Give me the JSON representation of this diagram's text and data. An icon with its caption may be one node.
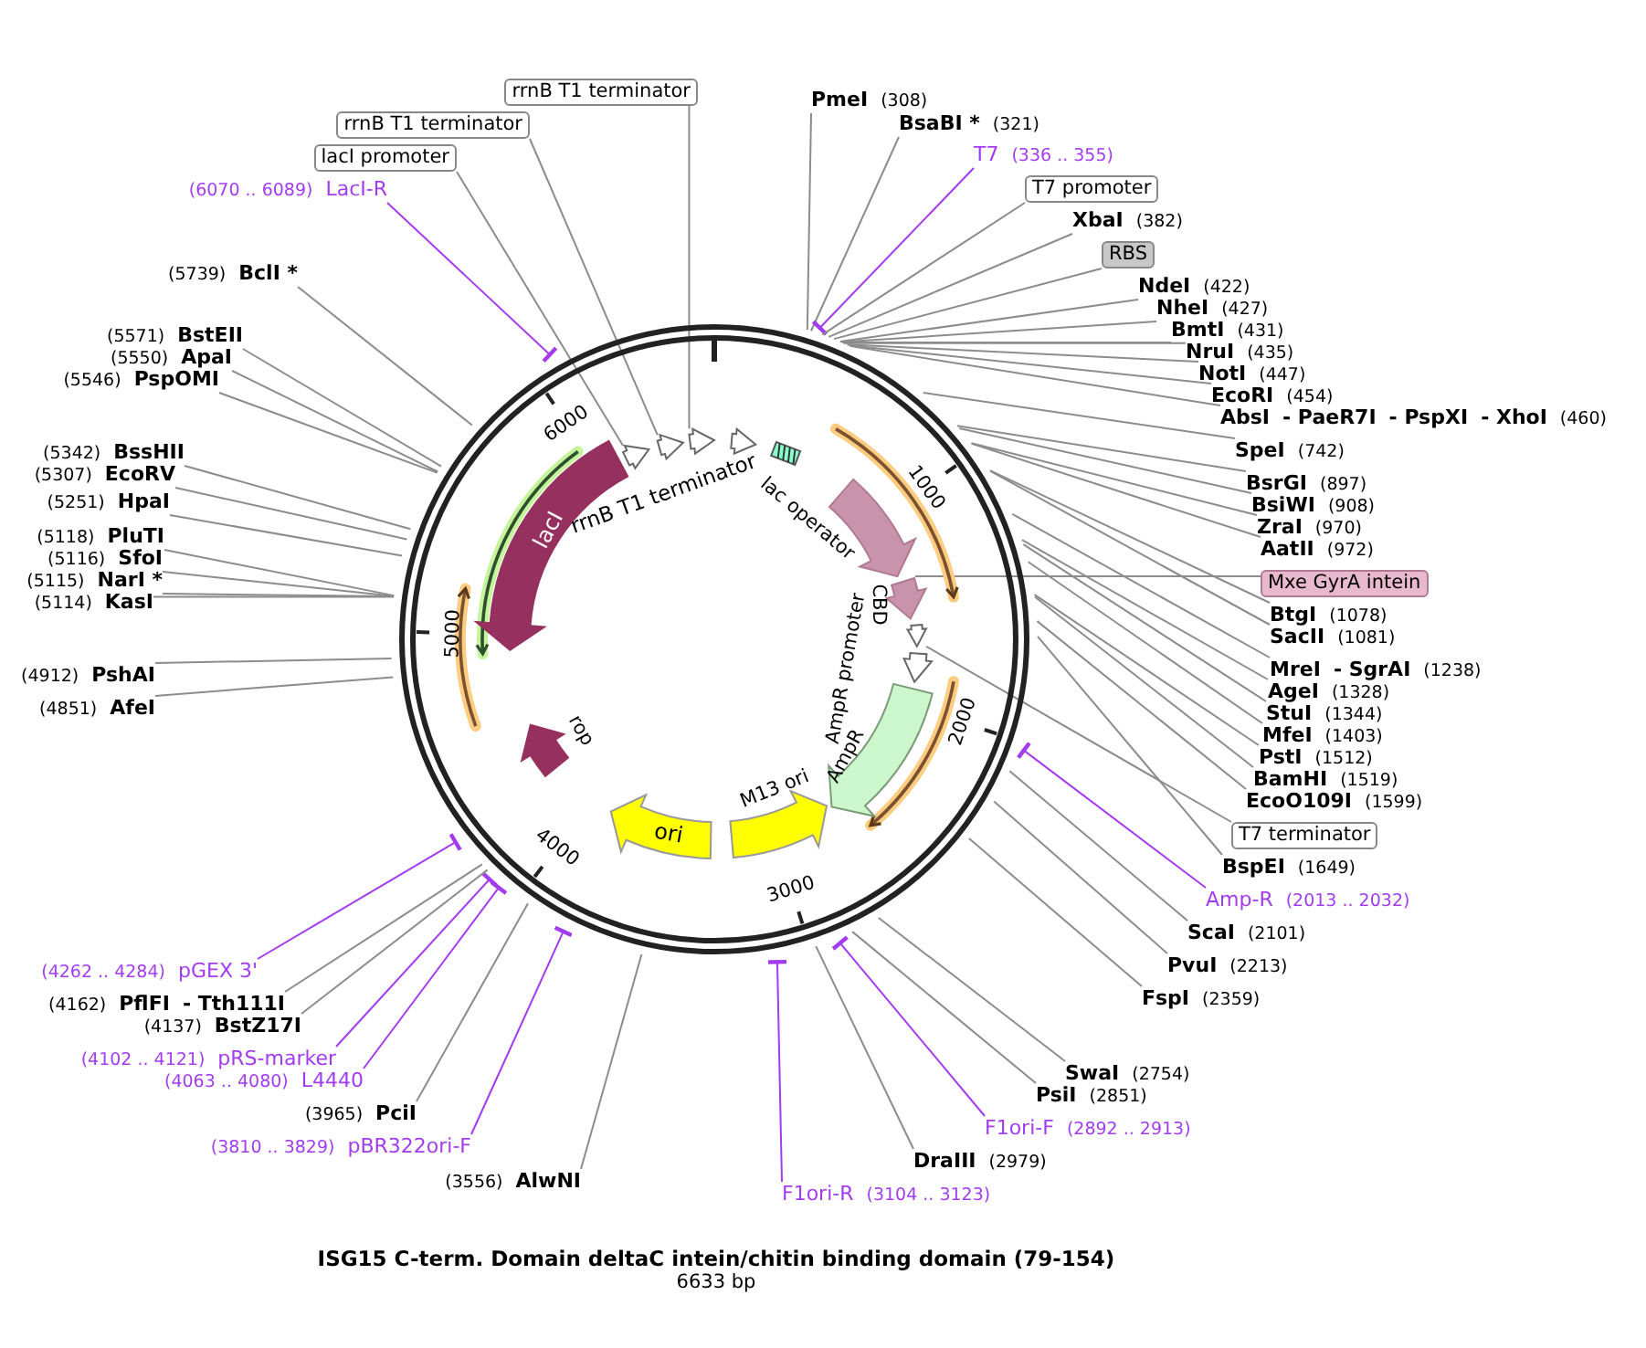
{
  "diagram": {
    "title": "ISG15 C-term. Domain deltaC intein/chitin binding domain (79-154)",
    "caption": "6633 bp",
    "nodes": [
      {
        "text": [
          "PmeI",
          "(308)"
        ]
      },
      {
        "text": [
          "BsaBI *",
          "(321)"
        ]
      },
      {
        "text": [
          "T7",
          "(336 .. 355)"
        ]
      },
      {
        "text": [
          "T7 promoter"
        ]
      },
      {
        "text": [
          "XbaI",
          "(382)"
        ]
      },
      {
        "text": [
          "RBS"
        ]
      },
      {
        "text": [
          "NdeI",
          "(422)"
        ]
      },
      {
        "text": [
          "NheI",
          "(427)"
        ]
      },
      {
        "text": [
          "BmtI",
          "(431)"
        ]
      },
      {
        "text": [
          "NruI",
          "(435)"
        ]
      },
      {
        "text": [
          "NotI",
          "(447)"
        ]
      },
      {
        "text": [
          "EcoRI",
          "(454)"
        ]
      },
      {
        "text": [
          "AbsI",
          "- PaeR7I",
          "- PspXI",
          "- XhoI",
          "(460)"
        ]
      },
      {
        "text": [
          "SpeI",
          "(742)"
        ]
      },
      {
        "text": [
          "BsrGI",
          "(897)"
        ]
      },
      {
        "text": [
          "BsiWI",
          "(908)"
        ]
      },
      {
        "text": [
          "ZraI",
          "(970)"
        ]
      },
      {
        "text": [
          "AatII",
          "(972)"
        ]
      },
      {
        "text": [
          "Mxe GyrA intein"
        ]
      },
      {
        "text": [
          "BtgI",
          "(1078)"
        ]
      },
      {
        "text": [
          "SacII",
          "(1081)"
        ]
      },
      {
        "text": [
          "MreI",
          "- SgrAI",
          "(1238)"
        ]
      },
      {
        "text": [
          "AgeI",
          "(1328)"
        ]
      },
      {
        "text": [
          "StuI",
          "(1344)"
        ]
      },
      {
        "text": [
          "MfeI",
          "(1403)"
        ]
      },
      {
        "text": [
          "PstI",
          "(1512)"
        ]
      },
      {
        "text": [
          "BamHI",
          "(1519)"
        ]
      },
      {
        "text": [
          "EcoO109I",
          "(1599)"
        ]
      },
      {
        "text": [
          "T7 terminator"
        ]
      },
      {
        "text": [
          "BspEI",
          "(1649)"
        ]
      },
      {
        "text": [
          "Amp-R",
          "(2013 .. 2032)"
        ]
      },
      {
        "text": [
          "ScaI",
          "(2101)"
        ]
      },
      {
        "text": [
          "PvuI",
          "(2213)"
        ]
      },
      {
        "text": [
          "FspI",
          "(2359)"
        ]
      },
      {
        "text": [
          "SwaI",
          "(2754)"
        ]
      },
      {
        "text": [
          "PsiI",
          "(2851)"
        ]
      },
      {
        "text": [
          "F1ori-F",
          "(2892 .. 2913)"
        ]
      },
      {
        "text": [
          "DraIII",
          "(2979)"
        ]
      },
      {
        "text": [
          "F1ori-R",
          "(3104 .. 3123)"
        ]
      },
      {
        "text": [
          "(3556)",
          "AlwNI"
        ]
      },
      {
        "text": [
          "(3810 .. 3829)",
          "pBR322ori-F"
        ]
      },
      {
        "text": [
          "(3965)",
          "PciI"
        ]
      },
      {
        "text": [
          "(4063 .. 4080)",
          "L4440"
        ]
      },
      {
        "text": [
          "(4102 .. 4121)",
          "pRS-marker"
        ]
      },
      {
        "text": [
          "(4137)",
          "BstZ17I"
        ]
      },
      {
        "text": [
          "(4162)",
          "PflFI",
          "- Tth111I"
        ]
      },
      {
        "text": [
          "(4262 .. 4284)",
          "pGEX 3'"
        ]
      },
      {
        "text": [
          "(4851)",
          "AfeI"
        ]
      },
      {
        "text": [
          "(4912)",
          "PshAI"
        ]
      },
      {
        "text": [
          "(5114)",
          "KasI"
        ]
      },
      {
        "text": [
          "(5115)",
          "NarI *"
        ]
      },
      {
        "text": [
          "(5116)",
          "SfoI"
        ]
      },
      {
        "text": [
          "(5118)",
          "PluTI"
        ]
      },
      {
        "text": [
          "(5251)",
          "HpaI"
        ]
      },
      {
        "text": [
          "(5307)",
          "EcoRV"
        ]
      },
      {
        "text": [
          "(5342)",
          "BssHII"
        ]
      },
      {
        "text": [
          "(5546)",
          "PspOMI"
        ]
      },
      {
        "text": [
          "(5550)",
          "ApaI"
        ]
      },
      {
        "text": [
          "(5571)",
          "BstEII"
        ]
      },
      {
        "text": [
          "(5739)",
          "BclI *"
        ]
      },
      {
        "text": [
          "(6070 .. 6089)",
          "LacI-R"
        ]
      },
      {
        "text": [
          "lacI promoter"
        ]
      },
      {
        "text": [
          "rrnB T1 terminator"
        ]
      },
      {
        "text": [
          "rrnB T1 terminator"
        ]
      },
      {
        "text": [
          "lacI"
        ]
      },
      {
        "text": [],
        "shape": "arrow"
      },
      {
        "text": [],
        "shape": "arrow"
      },
      {
        "text": [],
        "shape": "arrow"
      },
      {
        "text": [],
        "shape": "arrow"
      },
      {
        "text": [],
        "shape": "box"
      },
      {
        "text": [],
        "shape": "arrow"
      },
      {
        "text": [],
        "shape": "arrow",
        "beside": [
          "CBD"
        ]
      },
      {
        "text": [],
        "shape": "arrow"
      },
      {
        "text": [],
        "shape": "arrow"
      },
      {
        "text": [],
        "shape": "arrow",
        "beside": [
          "AmpR"
        ]
      },
      {
        "text": [],
        "shape": "arrow",
        "beside": [
          "M13 ori"
        ]
      },
      {
        "text": [
          "ori"
        ]
      },
      {
        "text": [],
        "shape": "arrow",
        "beside": [
          "rop"
        ]
      }
    ],
    "edges": [
      {
        "from": 0,
        "to": null,
        "arrow": "none"
      },
      {
        "from": 1,
        "to": null,
        "arrow": "none"
      },
      {
        "from": 2,
        "to": null,
        "arrow": "other",
        "color": "#a33bf0"
      },
      {
        "from": 3,
        "to": null,
        "arrow": "none"
      },
      {
        "from": 4,
        "to": null,
        "arrow": "none"
      },
      {
        "from": 5,
        "to": null,
        "arrow": "none"
      },
      {
        "from": 6,
        "to": null,
        "arrow": "none"
      },
      {
        "from": 7,
        "to": null,
        "arrow": "none"
      },
      {
        "from": 8,
        "to": null,
        "arrow": "none"
      },
      {
        "from": 9,
        "to": null,
        "arrow": "none"
      },
      {
        "from": 10,
        "to": null,
        "arrow": "none"
      },
      {
        "from": 11,
        "to": null,
        "arrow": "none"
      },
      {
        "from": 12,
        "to": null,
        "arrow": "none"
      },
      {
        "from": 13,
        "to": null,
        "arrow": "none"
      },
      {
        "from": 14,
        "to": null,
        "arrow": "none"
      },
      {
        "from": 15,
        "to": null,
        "arrow": "none"
      },
      {
        "from": 16,
        "to": null,
        "arrow": "none"
      },
      {
        "from": 17,
        "to": null,
        "arrow": "none"
      },
      {
        "from": 18,
        "to": 70,
        "arrow": "none"
      },
      {
        "from": 19,
        "to": null,
        "arrow": "none"
      },
      {
        "from": 20,
        "to": null,
        "arrow": "none"
      },
      {
        "from": 21,
        "to": null,
        "arrow": "none"
      },
      {
        "from": 22,
        "to": null,
        "arrow": "none"
      },
      {
        "from": 23,
        "to": null,
        "arrow": "none"
      },
      {
        "from": 24,
        "to": null,
        "arrow": "none"
      },
      {
        "from": 25,
        "to": null,
        "arrow": "none"
      },
      {
        "from": 26,
        "to": null,
        "arrow": "none"
      },
      {
        "from": 27,
        "to": null,
        "arrow": "none"
      },
      {
        "from": 28,
        "to": 72,
        "arrow": "none"
      },
      {
        "from": 29,
        "to": null,
        "arrow": "none"
      },
      {
        "from": 30,
        "to": null,
        "arrow": "other",
        "color": "#a33bf0"
      },
      {
        "from": 31,
        "to": null,
        "arrow": "none"
      },
      {
        "from": 32,
        "to": null,
        "arrow": "none"
      },
      {
        "from": 33,
        "to": null,
        "arrow": "none"
      },
      {
        "from": 34,
        "to": null,
        "arrow": "none"
      },
      {
        "from": 35,
        "to": null,
        "arrow": "none"
      },
      {
        "from": 36,
        "to": null,
        "arrow": "other",
        "color": "#a33bf0"
      },
      {
        "from": 37,
        "to": null,
        "arrow": "none"
      },
      {
        "from": 38,
        "to": null,
        "arrow": "other",
        "color": "#a33bf0"
      },
      {
        "from": 39,
        "to": null,
        "arrow": "none"
      },
      {
        "from": 40,
        "to": null,
        "arrow": "other",
        "color": "#a33bf0"
      },
      {
        "from": 41,
        "to": null,
        "arrow": "none"
      },
      {
        "from": 42,
        "to": null,
        "arrow": "other",
        "color": "#a33bf0"
      },
      {
        "from": 43,
        "to": null,
        "arrow": "other",
        "color": "#a33bf0"
      },
      {
        "from": 44,
        "to": null,
        "arrow": "none"
      },
      {
        "from": 45,
        "to": null,
        "arrow": "none"
      },
      {
        "from": 46,
        "to": null,
        "arrow": "other",
        "color": "#a33bf0"
      },
      {
        "from": 47,
        "to": null,
        "arrow": "none"
      },
      {
        "from": 48,
        "to": null,
        "arrow": "none"
      },
      {
        "from": 49,
        "to": null,
        "arrow": "none"
      },
      {
        "from": 50,
        "to": null,
        "arrow": "none"
      },
      {
        "from": 51,
        "to": null,
        "arrow": "none"
      },
      {
        "from": 52,
        "to": null,
        "arrow": "none"
      },
      {
        "from": 53,
        "to": null,
        "arrow": "none"
      },
      {
        "from": 54,
        "to": null,
        "arrow": "none"
      },
      {
        "from": 55,
        "to": null,
        "arrow": "none"
      },
      {
        "from": 56,
        "to": null,
        "arrow": "none"
      },
      {
        "from": 57,
        "to": null,
        "arrow": "none"
      },
      {
        "from": 58,
        "to": null,
        "arrow": "none"
      },
      {
        "from": 59,
        "to": null,
        "arrow": "none"
      },
      {
        "from": 60,
        "to": null,
        "arrow": "other",
        "color": "#a33bf0"
      },
      {
        "from": 61,
        "to": 65,
        "arrow": "none"
      },
      {
        "from": 62,
        "to": 66,
        "arrow": "none"
      },
      {
        "from": 63,
        "to": 67,
        "arrow": "none"
      }
    ],
    "labels": [
      "rrnB T1 terminator",
      "lac operator",
      "AmpR promoter",
      "1000",
      "2000",
      "3000",
      "4000",
      "5000",
      "6000"
    ]
  }
}
